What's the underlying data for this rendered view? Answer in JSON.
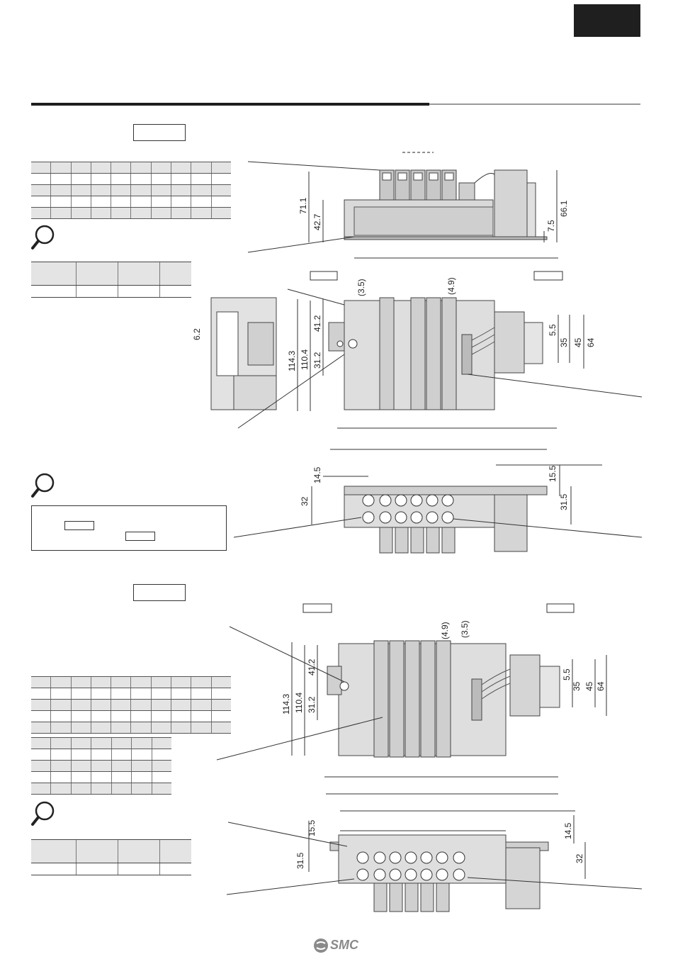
{
  "brand": {
    "logo_text": "SMC"
  },
  "dimensions": {
    "top_front": [
      "71.1",
      "42.7",
      "7.5",
      "66.1"
    ],
    "plan_a_vertical": [
      "(3.5)",
      "(4.9)",
      "6.2",
      "41.2",
      "31.2",
      "110.4",
      "114.3",
      "5.5",
      "35",
      "45",
      "64"
    ],
    "bottom_a": [
      "14.5",
      "32",
      "15.5",
      "31.5"
    ],
    "plan_b_vertical": [
      "(4.9)",
      "(3.5)",
      "41.2",
      "31.2",
      "110.4",
      "114.3",
      "5.5",
      "35",
      "45",
      "64"
    ],
    "bottom_b": [
      "15.5",
      "31.5",
      "14.5",
      "32"
    ]
  }
}
